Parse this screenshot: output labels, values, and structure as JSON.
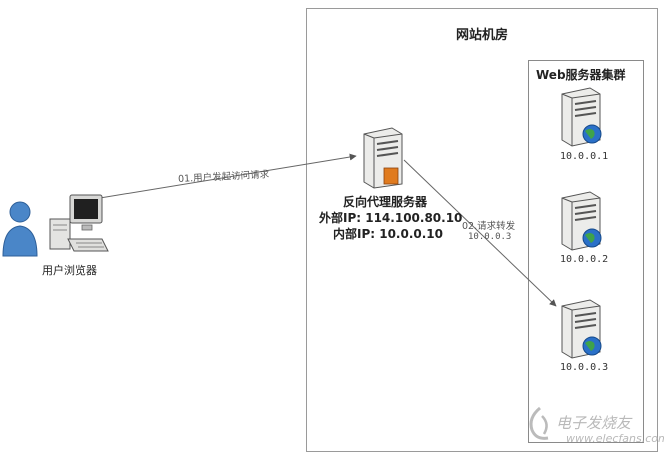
{
  "room": {
    "title": "网站机房"
  },
  "cluster": {
    "title": "Web服务器集群",
    "servers": [
      {
        "ip": "10.0.0.1"
      },
      {
        "ip": "10.0.0.2"
      },
      {
        "ip": "10.0.0.3"
      }
    ]
  },
  "proxy": {
    "name": "反向代理服务器",
    "external_ip": "外部IP: 114.100.80.10",
    "internal_ip": "内部IP: 10.0.0.10"
  },
  "client": {
    "label": "用户浏览器"
  },
  "flows": [
    {
      "label": "01.用户发起访问请求"
    },
    {
      "label": "02.请求转发",
      "target": "10.0.0.3"
    }
  ],
  "watermark": {
    "text": "电子发烧友",
    "url": "www.elecfans.com"
  },
  "colors": {
    "border": "#9a9a9a",
    "server_body": "#ececea",
    "globe": "#2a70c8",
    "person": "#4a86c8",
    "arrow": "#555555"
  }
}
